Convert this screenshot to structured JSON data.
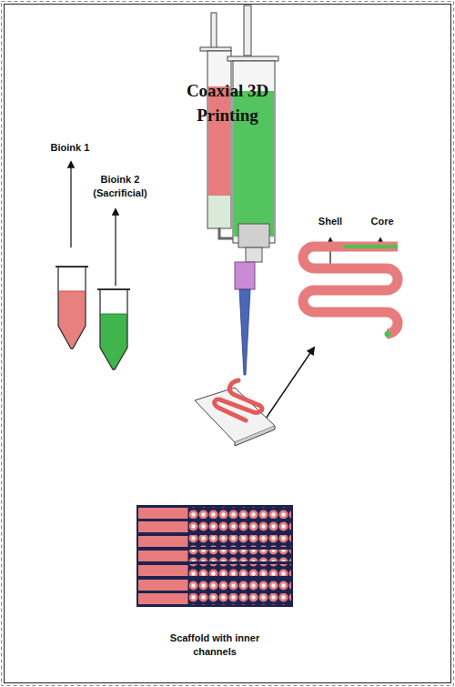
{
  "diagram": {
    "title": "Coaxial 3D Printing",
    "labels": [
      "Bioink 1",
      "Bioink 2 (Sacrificial)",
      "Shell",
      "Core",
      "Scaffold with inner channels"
    ]
  }
}
